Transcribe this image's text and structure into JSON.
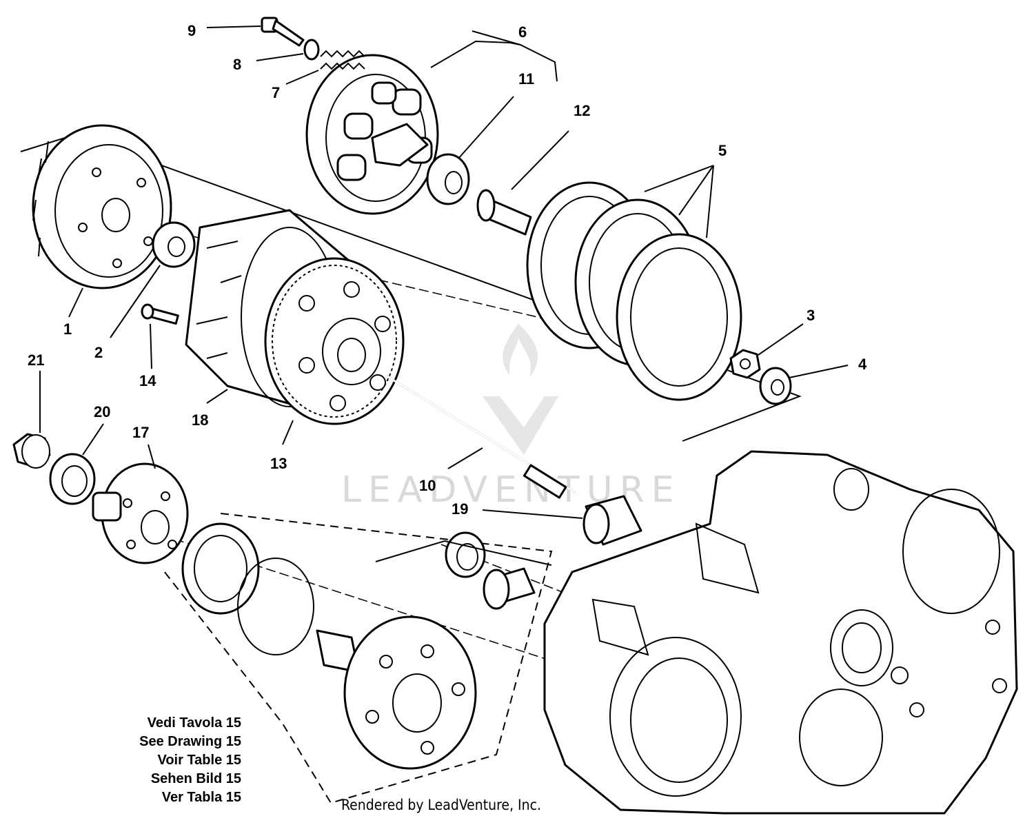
{
  "diagram": {
    "callouts": [
      {
        "id": "c1",
        "label": "1"
      },
      {
        "id": "c2",
        "label": "2"
      },
      {
        "id": "c3",
        "label": "3"
      },
      {
        "id": "c4",
        "label": "4"
      },
      {
        "id": "c5",
        "label": "5"
      },
      {
        "id": "c6",
        "label": "6"
      },
      {
        "id": "c7",
        "label": "7"
      },
      {
        "id": "c8",
        "label": "8"
      },
      {
        "id": "c9",
        "label": "9"
      },
      {
        "id": "c10",
        "label": "10"
      },
      {
        "id": "c11",
        "label": "11"
      },
      {
        "id": "c12",
        "label": "12"
      },
      {
        "id": "c13",
        "label": "13"
      },
      {
        "id": "c14",
        "label": "14"
      },
      {
        "id": "c17",
        "label": "17"
      },
      {
        "id": "c18",
        "label": "18"
      },
      {
        "id": "c19",
        "label": "19"
      },
      {
        "id": "c20",
        "label": "20"
      },
      {
        "id": "c21",
        "label": "21"
      }
    ],
    "reference_note": [
      "Vedi Tavola 15",
      "See Drawing 15",
      "Voir Table 15",
      "Sehen Bild 15",
      "Ver Tabla 15"
    ],
    "watermark": "LEADVENTURE",
    "credit": "Rendered by LeadVenture, Inc.",
    "colors": {
      "line": "#000000",
      "background": "#ffffff",
      "watermark": "#d9d9d9"
    }
  }
}
